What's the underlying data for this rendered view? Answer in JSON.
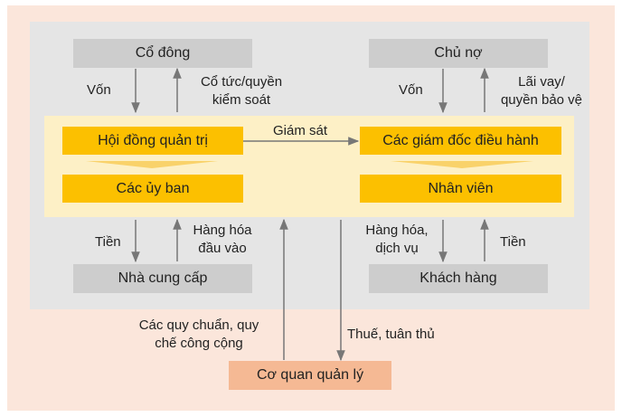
{
  "nodes": {
    "shareholders": "Cổ đông",
    "creditors": "Chủ nợ",
    "board": "Hội đồng quản trị",
    "committees": "Các ủy ban",
    "executives": "Các giám đốc điều hành",
    "employees": "Nhân viên",
    "suppliers": "Nhà cung cấp",
    "customers": "Khách hàng",
    "regulator": "Cơ quan quản lý"
  },
  "edges": {
    "capital_left": "Vốn",
    "dividends_line1": "Cổ tức/quyền",
    "dividends_line2": "kiểm soát",
    "capital_right": "Vốn",
    "interest_line1": "Lãi vay/",
    "interest_line2": "quyền bảo vệ",
    "supervision": "Giám sát",
    "money_left": "Tiền",
    "inputs_line1": "Hàng hóa",
    "inputs_line2": "đầu vào",
    "goods_line1": "Hàng hóa,",
    "goods_line2": "dịch vụ",
    "money_right": "Tiền",
    "rules_line1": "Các quy chuẩn, quy",
    "rules_line2": "chế công cộng",
    "tax": "Thuế, tuân thủ"
  },
  "colors": {
    "background": "#fbe6db",
    "inner": "#e5e5e5",
    "core": "#fdf0c6",
    "grey_box": "#cdcdcd",
    "yellow_box": "#fcc000",
    "regulator_box": "#f5b994",
    "arrow": "#777777"
  }
}
